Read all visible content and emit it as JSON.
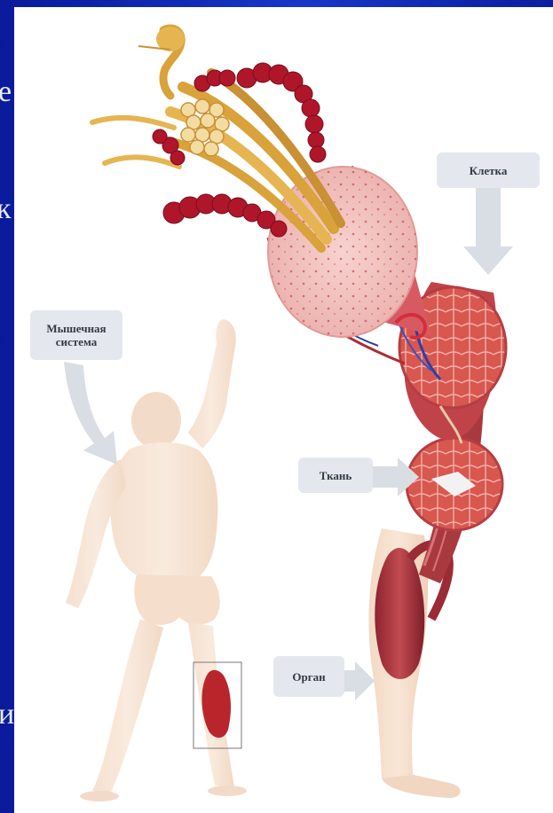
{
  "labels": {
    "muscle_system": "Мышечная система",
    "cell": "Клетка",
    "tissue": "Ткань",
    "organ": "Орган"
  },
  "slide_fragments": {
    "line1": "е",
    "line2": "к",
    "line3": "и"
  },
  "colors": {
    "slide_blue": "#1836c8",
    "muscle_red": "#c0392b",
    "fiber_yellow": "#e8b64a",
    "skin": "#f5dcc8",
    "callout_bg": "#e4e8ee"
  }
}
